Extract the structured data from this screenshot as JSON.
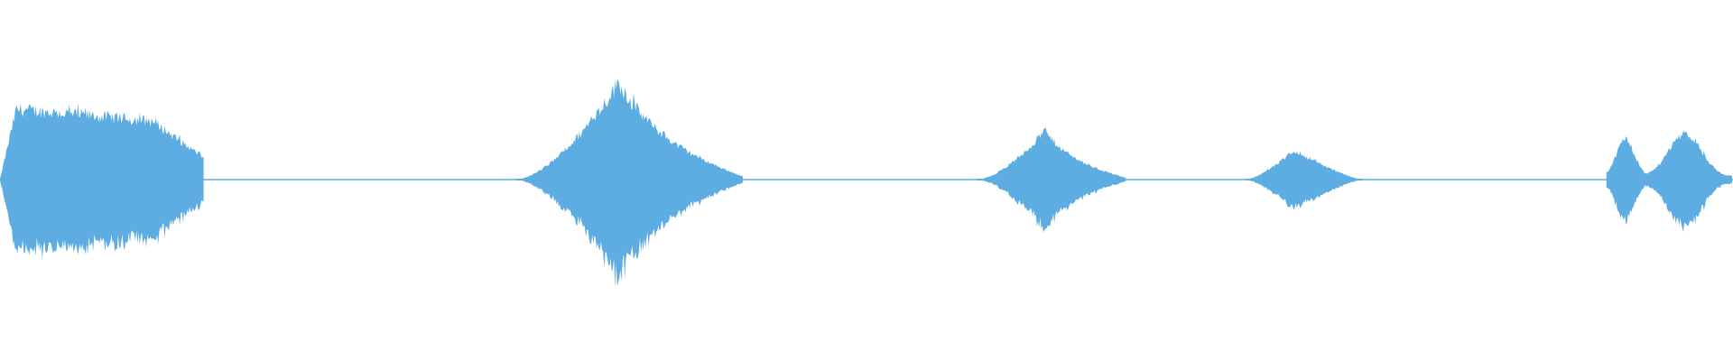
{
  "waveform": {
    "color": "#5dade2",
    "segments": [
      {
        "start": 0.0,
        "end": 0.118,
        "amp": 0.74,
        "shape": "plateau"
      },
      {
        "start": 0.298,
        "end": 0.429,
        "amp": 1.0,
        "shape": "peak-early"
      },
      {
        "start": 0.564,
        "end": 0.65,
        "amp": 0.5,
        "shape": "peak-early"
      },
      {
        "start": 0.719,
        "end": 0.786,
        "amp": 0.3,
        "shape": "peak-mid"
      },
      {
        "start": 0.927,
        "end": 1.0,
        "amp": 0.44,
        "shape": "double"
      }
    ]
  }
}
